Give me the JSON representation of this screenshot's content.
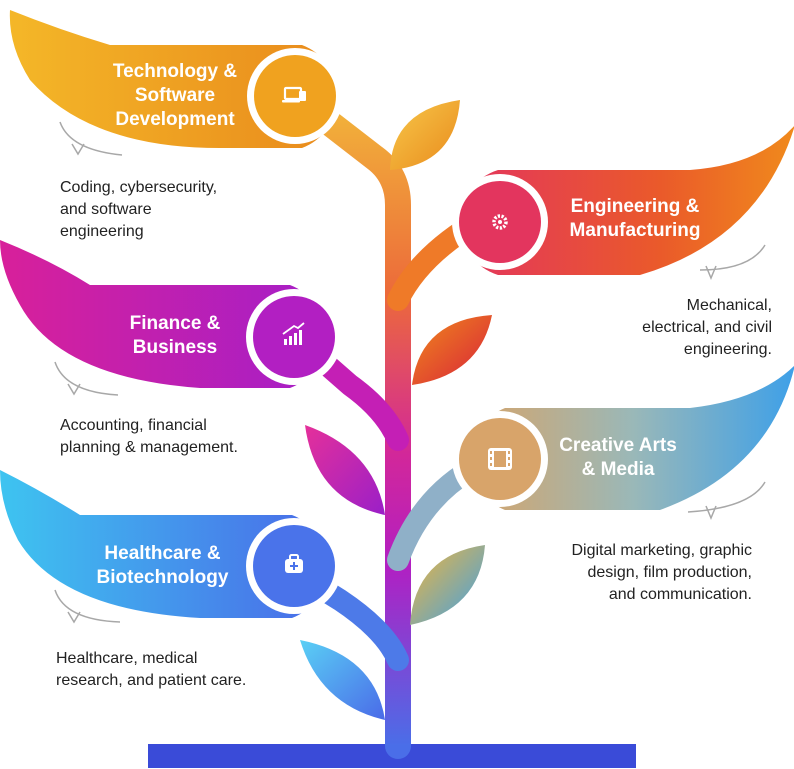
{
  "colors": {
    "tech": "#f2a724",
    "engineering": "#e8344e",
    "finance": "#b21fc2",
    "creative": "#7cb3c9",
    "healthcare": "#4a73ea",
    "base": "#3a4bd8"
  },
  "branches": [
    {
      "id": "technology",
      "title": "Technology &\nSoftware\nDevelopment",
      "description": "Coding, cybersecurity,\nand software\nengineering",
      "icon": "laptop-icon"
    },
    {
      "id": "engineering",
      "title": "Engineering &\nManufacturing",
      "description": "Mechanical,\nelectrical, and civil\nengineering.",
      "icon": "gear-icon"
    },
    {
      "id": "finance",
      "title": "Finance &\nBusiness",
      "description": "Accounting, financial\nplanning & management.",
      "icon": "growth-chart-icon"
    },
    {
      "id": "creative",
      "title": "Creative Arts\n& Media",
      "description": "Digital marketing, graphic\ndesign, film production,\nand communication.",
      "icon": "film-icon"
    },
    {
      "id": "healthcare",
      "title": "Healthcare &\nBiotechnology",
      "description": "Healthcare, medical\nresearch, and patient care.",
      "icon": "medical-kit-icon"
    }
  ]
}
